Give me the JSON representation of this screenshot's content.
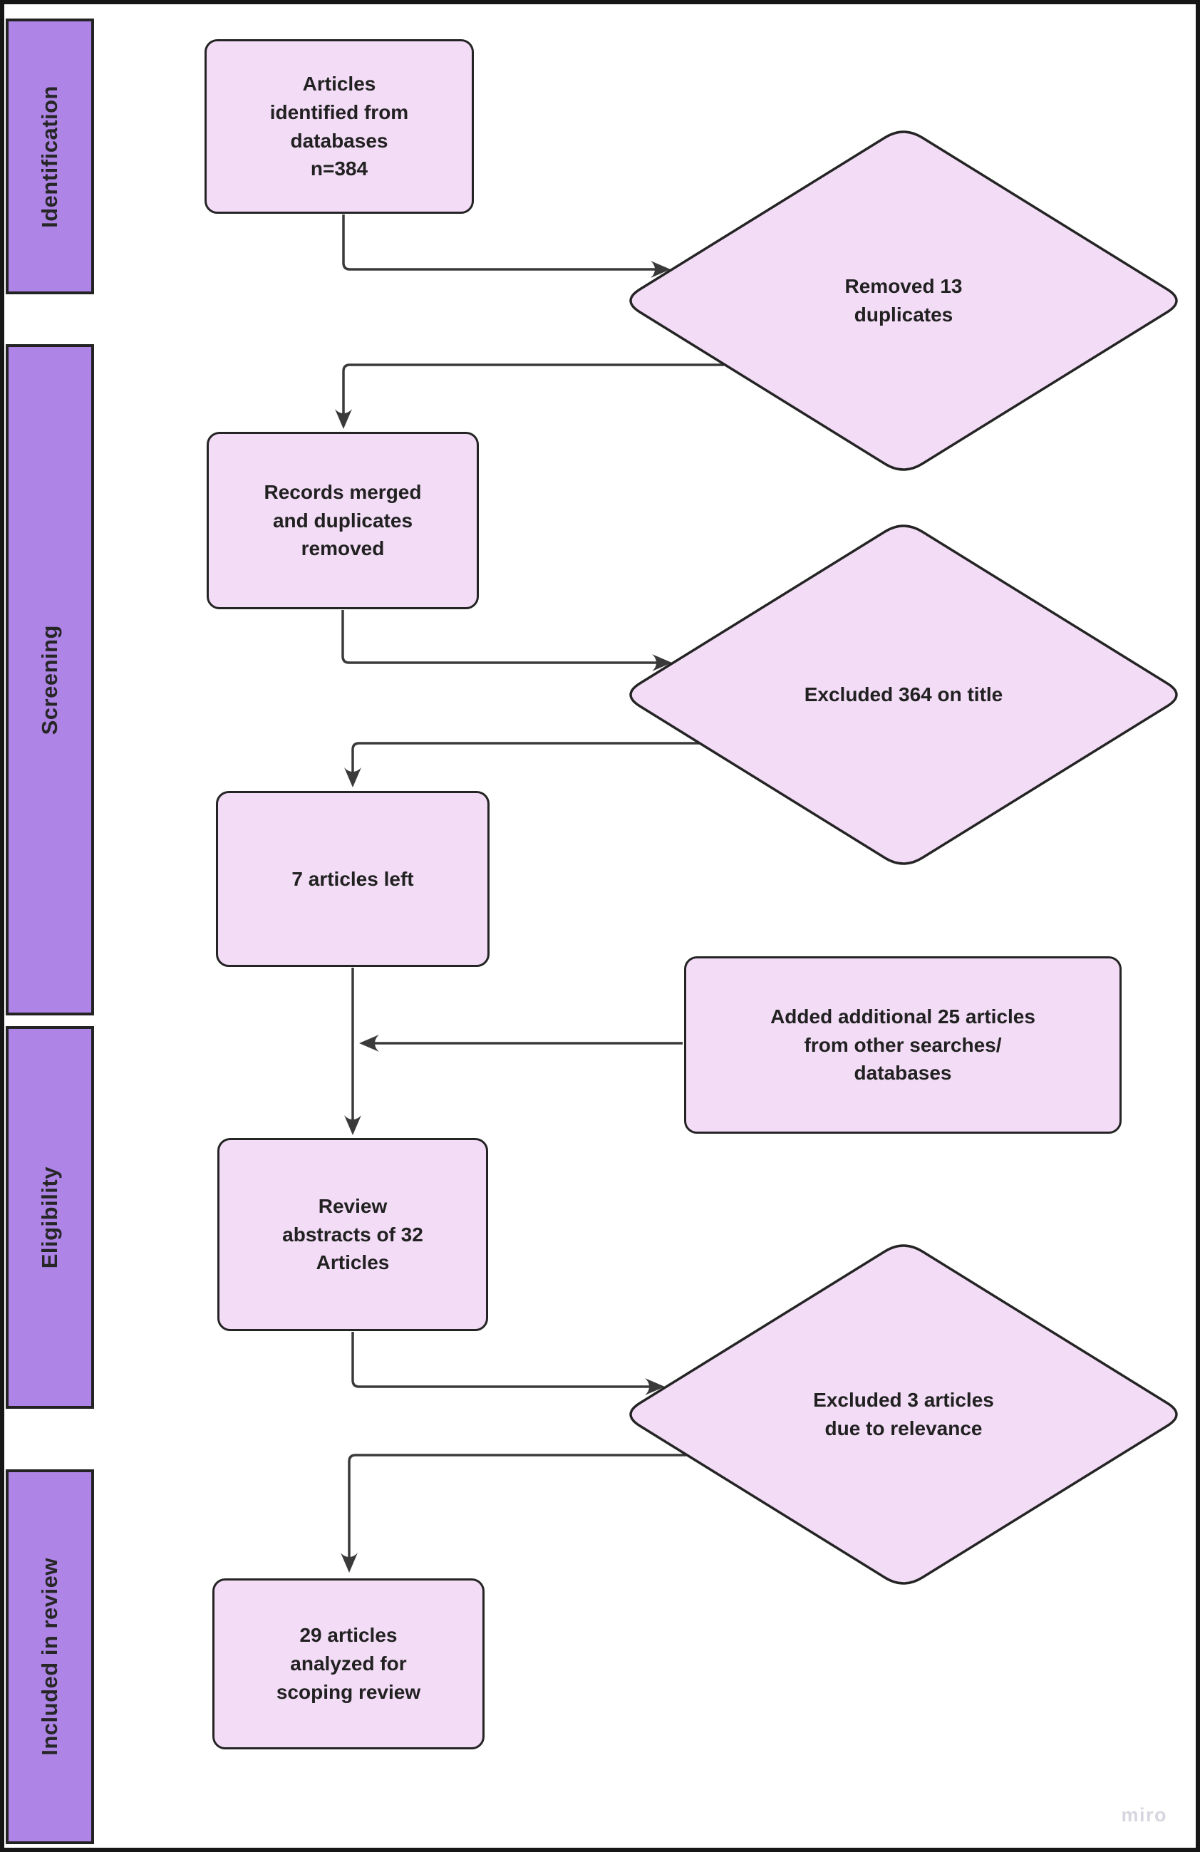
{
  "stage_bands": [
    {
      "label": "Identification"
    },
    {
      "label": "Screening"
    },
    {
      "label": "Eligibility"
    },
    {
      "label": "Included in review"
    }
  ],
  "flow": {
    "boxes": [
      {
        "text": "Articles\nidentified from\ndatabases\nn=384"
      },
      {
        "text": "Records merged\nand duplicates\nremoved"
      },
      {
        "text": "7 articles left"
      },
      {
        "text": "Added additional 25 articles\nfrom other searches/\ndatabases"
      },
      {
        "text": "Review\nabstracts of 32\nArticles"
      },
      {
        "text": "29 articles\nanalyzed for\nscoping review"
      }
    ],
    "diamonds": [
      {
        "text": "Removed 13\nduplicates"
      },
      {
        "text": "Excluded 364 on title"
      },
      {
        "text": "Excluded 3 articles\ndue to relevance"
      }
    ]
  },
  "watermark": "miro",
  "colors": {
    "band_fill": "#ae85e6",
    "shape_fill": "#f3dcf6",
    "shape_border": "#242424",
    "connector": "#3a3a3a",
    "text": "#212121",
    "frame_border": "#161616",
    "watermark": "#d6d6e0"
  }
}
